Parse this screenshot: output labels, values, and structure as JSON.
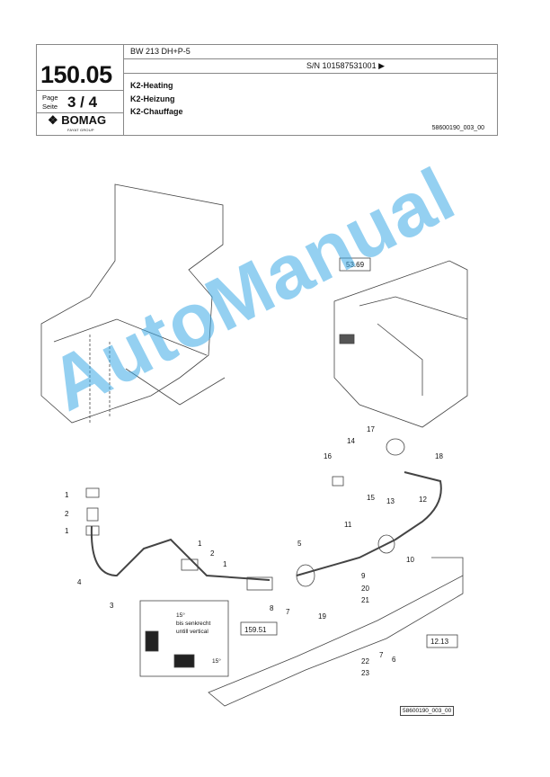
{
  "header": {
    "page_number": "150.05",
    "page_label": "Page",
    "seite_label": "Seite",
    "page_value": "3 / 4",
    "logo": "BOMAG",
    "logo_sub": "FAYAT GROUP",
    "model": "BW 213 DH+P-5",
    "serial": "S/N 101587531001  ▶",
    "titles": [
      "K2-Heating",
      "K2-Heizung",
      "K2-Chauffage"
    ],
    "doc_id": "58600190_003_00"
  },
  "drawing": {
    "callouts": [
      "1",
      "2",
      "1",
      "4",
      "3",
      "1",
      "2",
      "1",
      "5",
      "8",
      "7",
      "159.51",
      "9",
      "10",
      "11",
      "12",
      "13",
      "14",
      "15",
      "16",
      "17",
      "18",
      "20",
      "21",
      "19",
      "7",
      "6",
      "22",
      "23",
      "12.13",
      "53.69"
    ],
    "inset": {
      "angle_top": "15°",
      "text_de": "bis senkrecht",
      "text_en": "untill vertical",
      "angle_bottom": "15°"
    }
  },
  "watermark": "AutoManual",
  "footer": {
    "doc_id": "58600190_003_00"
  }
}
